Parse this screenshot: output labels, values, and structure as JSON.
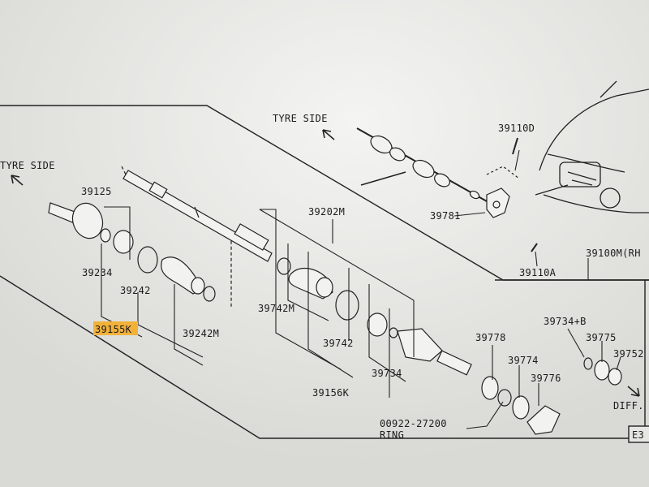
{
  "labels": {
    "tyre_side_top": "TYRE SIDE",
    "tyre_side_left": "TYRE SIDE",
    "p39110D": "39110D",
    "p39125": "39125",
    "p39202M": "39202M",
    "p39781": "39781",
    "p39110A": "39110A",
    "p39100M": "39100M(RH",
    "p39234": "39234",
    "p39242": "39242",
    "p39742M": "39742M",
    "p39155K": "39155K",
    "p39242M": "39242M",
    "p39742": "39742",
    "p39734a": "39734",
    "p39156K": "39156K",
    "p39778": "39778",
    "p39734B": "39734+B",
    "p39775": "39775",
    "p39752": "39752",
    "p39774": "39774",
    "p39776": "39776",
    "diff": "DIFF.",
    "p00922": "00922-27200",
    "ring": "RING",
    "e3": "E3"
  },
  "highlight_color": "#f2b23a"
}
